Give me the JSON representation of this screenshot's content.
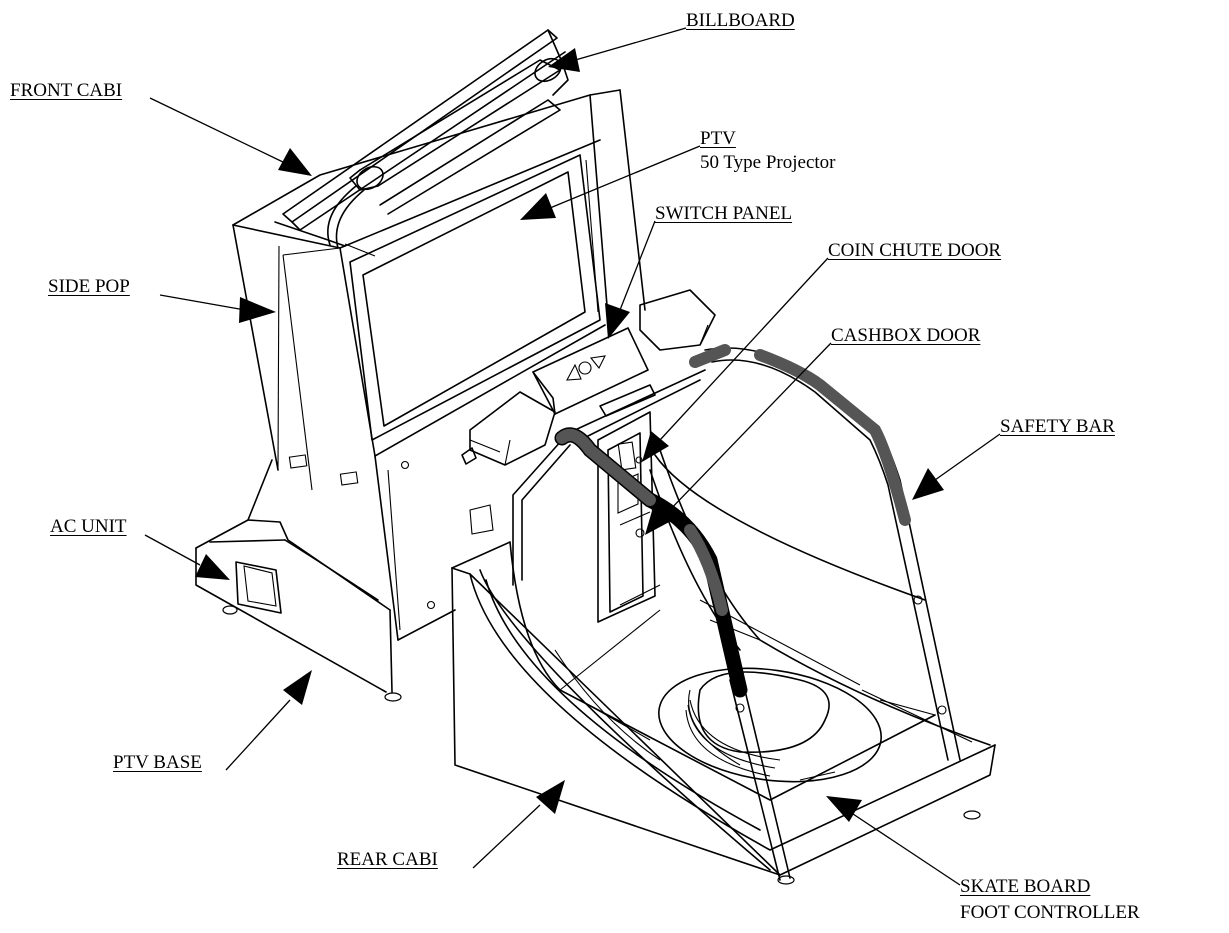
{
  "labels": {
    "billboard": "BILLBOARD",
    "front_cabi": "FRONT CABI",
    "ptv": "PTV",
    "ptv_sub": "50 Type Projector",
    "switch_panel": "SWITCH PANEL",
    "coin_chute_door": "COIN CHUTE DOOR",
    "side_pop": "SIDE POP",
    "cashbox_door": "CASHBOX DOOR",
    "safety_bar": "SAFETY BAR",
    "ac_unit": "AC UNIT",
    "ptv_base": "PTV BASE",
    "rear_cabi": "REAR CABI",
    "skate_board": "SKATE BOARD",
    "foot_controller": "FOOT CONTROLLER"
  }
}
